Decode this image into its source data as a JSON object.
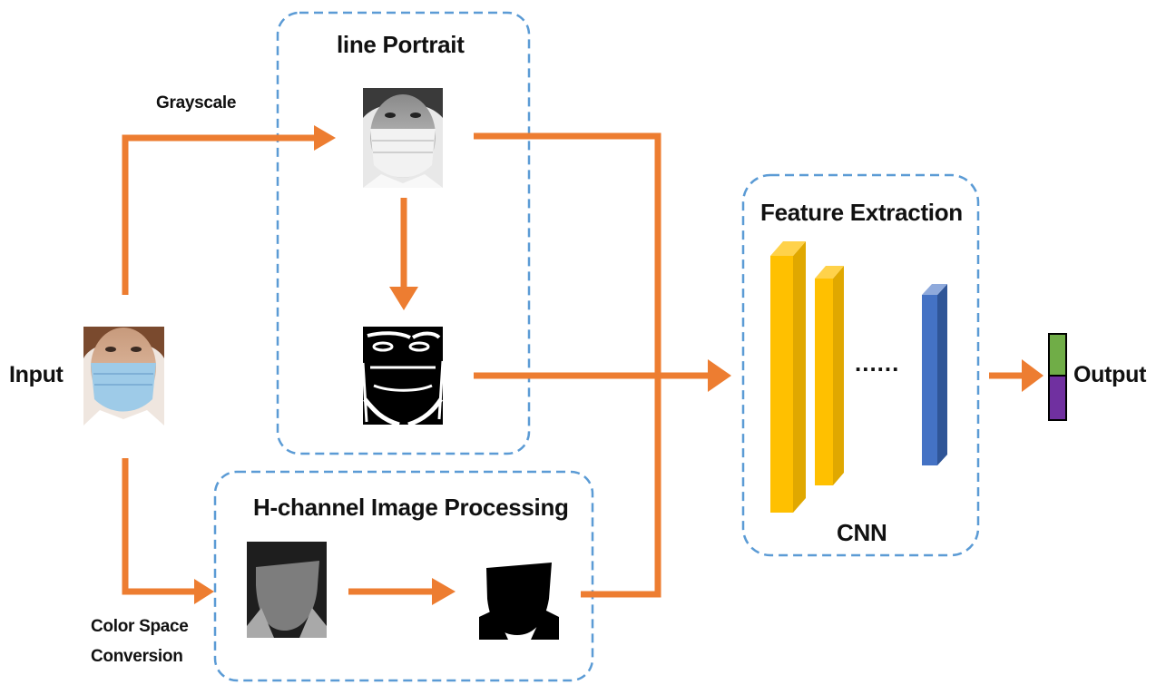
{
  "groups": {
    "line_portrait": "line Portrait",
    "h_channel": "H-channel Image Processing",
    "feature_extraction": "Feature Extraction"
  },
  "labels": {
    "input": "Input",
    "output": "Output",
    "grayscale": "Grayscale",
    "color_space_line1": "Color Space",
    "color_space_line2": "Conversion",
    "cnn": "CNN",
    "ellipsis": "......"
  },
  "images": {
    "input_face": "input face photo (masked)",
    "grayscale_face": "grayscale face photo",
    "line_portrait_face": "binary line portrait",
    "h_channel_image": "H-channel image",
    "h_channel_mask": "binary H-channel mask"
  },
  "colors": {
    "arrow": "#ED7D31",
    "dashed_border": "#5B9BD5",
    "cnn_layer_1": "#FFC000",
    "cnn_layer_2": "#FFC000",
    "cnn_layer_last": "#4472C4",
    "output_top": "#70AD47",
    "output_bottom": "#7030A0"
  }
}
